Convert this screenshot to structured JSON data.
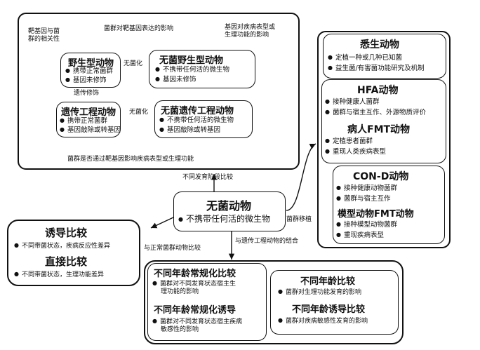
{
  "top_panel": {
    "label_left": [
      "靶基因与菌",
      "群的相关性"
    ],
    "label_top": "菌群对靶基因表达的影响",
    "label_right": [
      "基因对疾病表型或",
      "生理功能的影响"
    ],
    "label_bottom": "菌群是否通过靶基因影响疾病表型或生理功能",
    "wild": {
      "title": "野生型动物",
      "items": [
        "携带正常菌群",
        "基因未修饰"
      ]
    },
    "gf_wild": {
      "title": "无菌野生型动物",
      "items": [
        "不携带任何活的微生物",
        "基因未修饰"
      ]
    },
    "ge": {
      "title": "遗传工程动物",
      "items": [
        "携带正常菌群",
        "基因敲除或转基因"
      ]
    },
    "gf_ge": {
      "title": "无菌遗传工程动物",
      "items": [
        "不携带任何活的微生物",
        "基因敲除或转基因"
      ]
    },
    "arrow_germfree_1": "无菌化",
    "arrow_genetic": "遗传修饰",
    "arrow_germfree_2": "无菌化"
  },
  "center": {
    "title": "无菌动物",
    "item": "不携带任何活的微生物"
  },
  "edge_labels": {
    "top": "不同发育阶段比较",
    "right": "菌群移植",
    "left": "与正常菌群动物比较",
    "bottom": "与遗传工程动物的结合"
  },
  "right_panel": {
    "gnotobiotic": {
      "title": "悉生动物",
      "items": [
        "定植一种或几种已知菌",
        "益生菌/有害菌功能研究及机制"
      ]
    },
    "hfa": {
      "title": "HFA动物",
      "items": [
        "接种健康人菌群",
        "菌群与宿主互作、外源物质评价"
      ]
    },
    "patient_fmt": {
      "title": "病人FMT动物",
      "items": [
        "定植患者菌群",
        "重现人类疾病表型"
      ]
    },
    "cond": {
      "title": "CON-D动物",
      "items": [
        "接种健康动物菌群",
        "菌群与宿主互作"
      ]
    },
    "model_fmt": {
      "title": "模型动物FMT动物",
      "items": [
        "接种模型动物菌群",
        "重现疾病表型"
      ]
    }
  },
  "left_panel": {
    "induced": {
      "title": "诱导比较",
      "item": "不同带菌状态，疾病反应性差异"
    },
    "direct": {
      "title": "直接比较",
      "item": "不同带菌状态，生理功能差异"
    }
  },
  "bottom_panel": {
    "age_norm_cmp": {
      "title": "不同年龄常规化比较",
      "item": [
        "菌群对不同发育状态宿主生",
        "理功能的影响"
      ]
    },
    "age_norm_ind": {
      "title": "不同年龄常规化诱导",
      "item": [
        "菌群对不同发育状态宿主疾病",
        "敏感性的影响"
      ]
    },
    "age_cmp": {
      "title": "不同年龄比较",
      "item": "菌群对生理功能发育的影响"
    },
    "age_ind": {
      "title": "不同年龄诱导比较",
      "item": "菌群对疾病敏感性发育的影响"
    }
  }
}
